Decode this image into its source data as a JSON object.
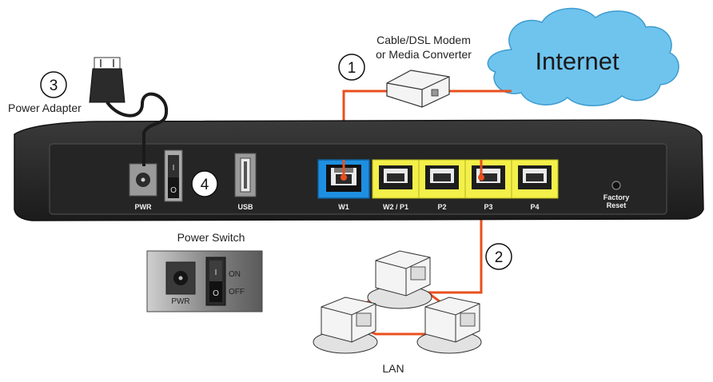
{
  "cloud": {
    "label": "Internet"
  },
  "modem": {
    "label_line1": "Cable/DSL Modem",
    "label_line2": "or Media Converter"
  },
  "adapter": {
    "label": "Power Adapter"
  },
  "callouts": [
    "1",
    "2",
    "3",
    "4"
  ],
  "ports": {
    "pwr": "PWR",
    "usb": "USB",
    "w1": "W1",
    "lan": [
      "W2 / P1",
      "P2",
      "P3",
      "P4"
    ],
    "factory_reset_line1": "Factory",
    "factory_reset_line2": "Reset"
  },
  "power_switch": {
    "title": "Power Switch",
    "pwr_label": "PWR",
    "on_label": "ON",
    "off_label": "OFF",
    "symbol_on": "I",
    "symbol_off": "O"
  },
  "lan_label": "LAN",
  "colors": {
    "cable": "#e8501e",
    "wan_port": "#1e8fe0",
    "lan_port": "#f3f04a",
    "router_body": "#2a2a2a",
    "cloud_fill": "#6fc4ee"
  }
}
